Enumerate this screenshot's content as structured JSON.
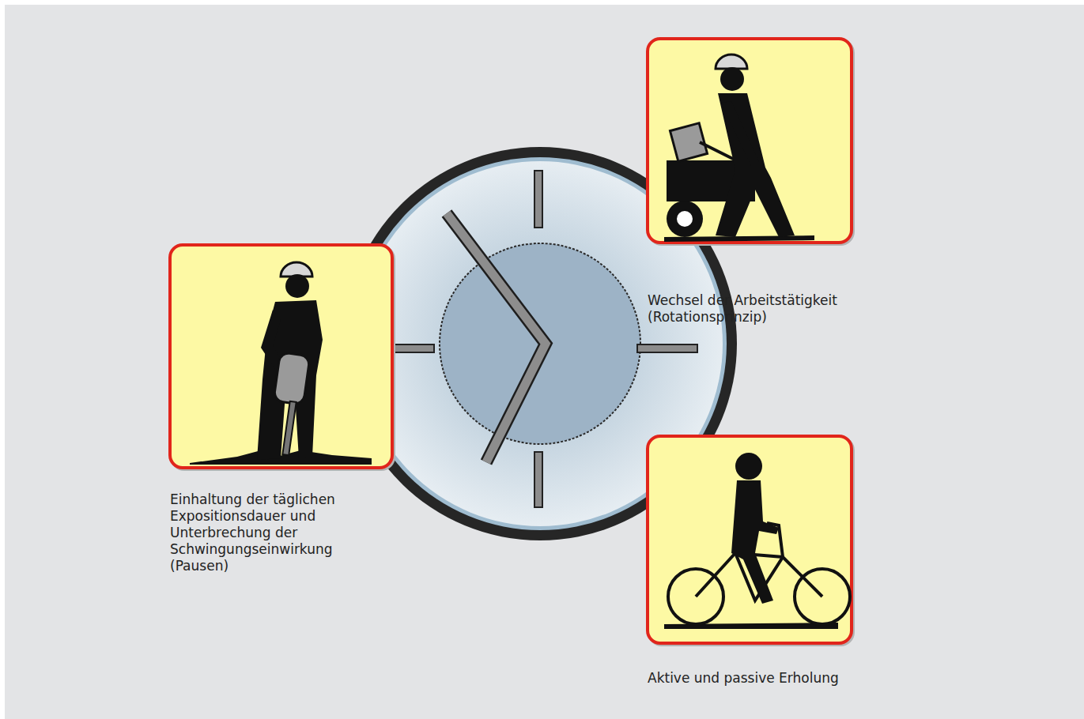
{
  "diagram": {
    "nodes": [
      {
        "text": [
          "Einhaltung der täglichen Expositionsdauer und Unterbrechung der Schwingungseinwirkung (Pausen)"
        ]
      },
      {
        "text": [
          "Wechsel der Arbeitstätigkeit (Rotationsprinzip)"
        ]
      },
      {
        "text": [
          "Aktive und passive Erholung"
        ]
      }
    ]
  }
}
